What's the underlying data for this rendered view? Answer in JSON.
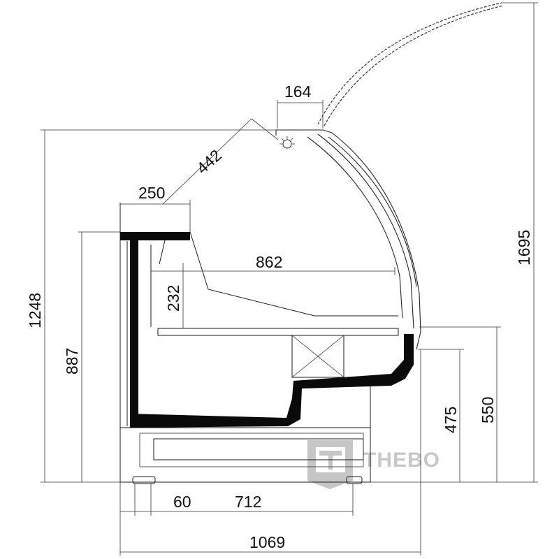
{
  "dimensions": {
    "glass_top": "164",
    "glass_diag": "442",
    "top_shelf": "250",
    "inner_depth": "862",
    "shelf_height": "232",
    "total_height": "1248",
    "worktop_height": "887",
    "front_height_475": "475",
    "front_height_550": "550",
    "open_height": "1695",
    "base_offset": "60",
    "base_width": "712",
    "total_depth": "1069"
  },
  "logo": {
    "text": "THEBO",
    "colors": {
      "primary": "#c8c8c8",
      "dark": "#bdbdbd"
    }
  }
}
